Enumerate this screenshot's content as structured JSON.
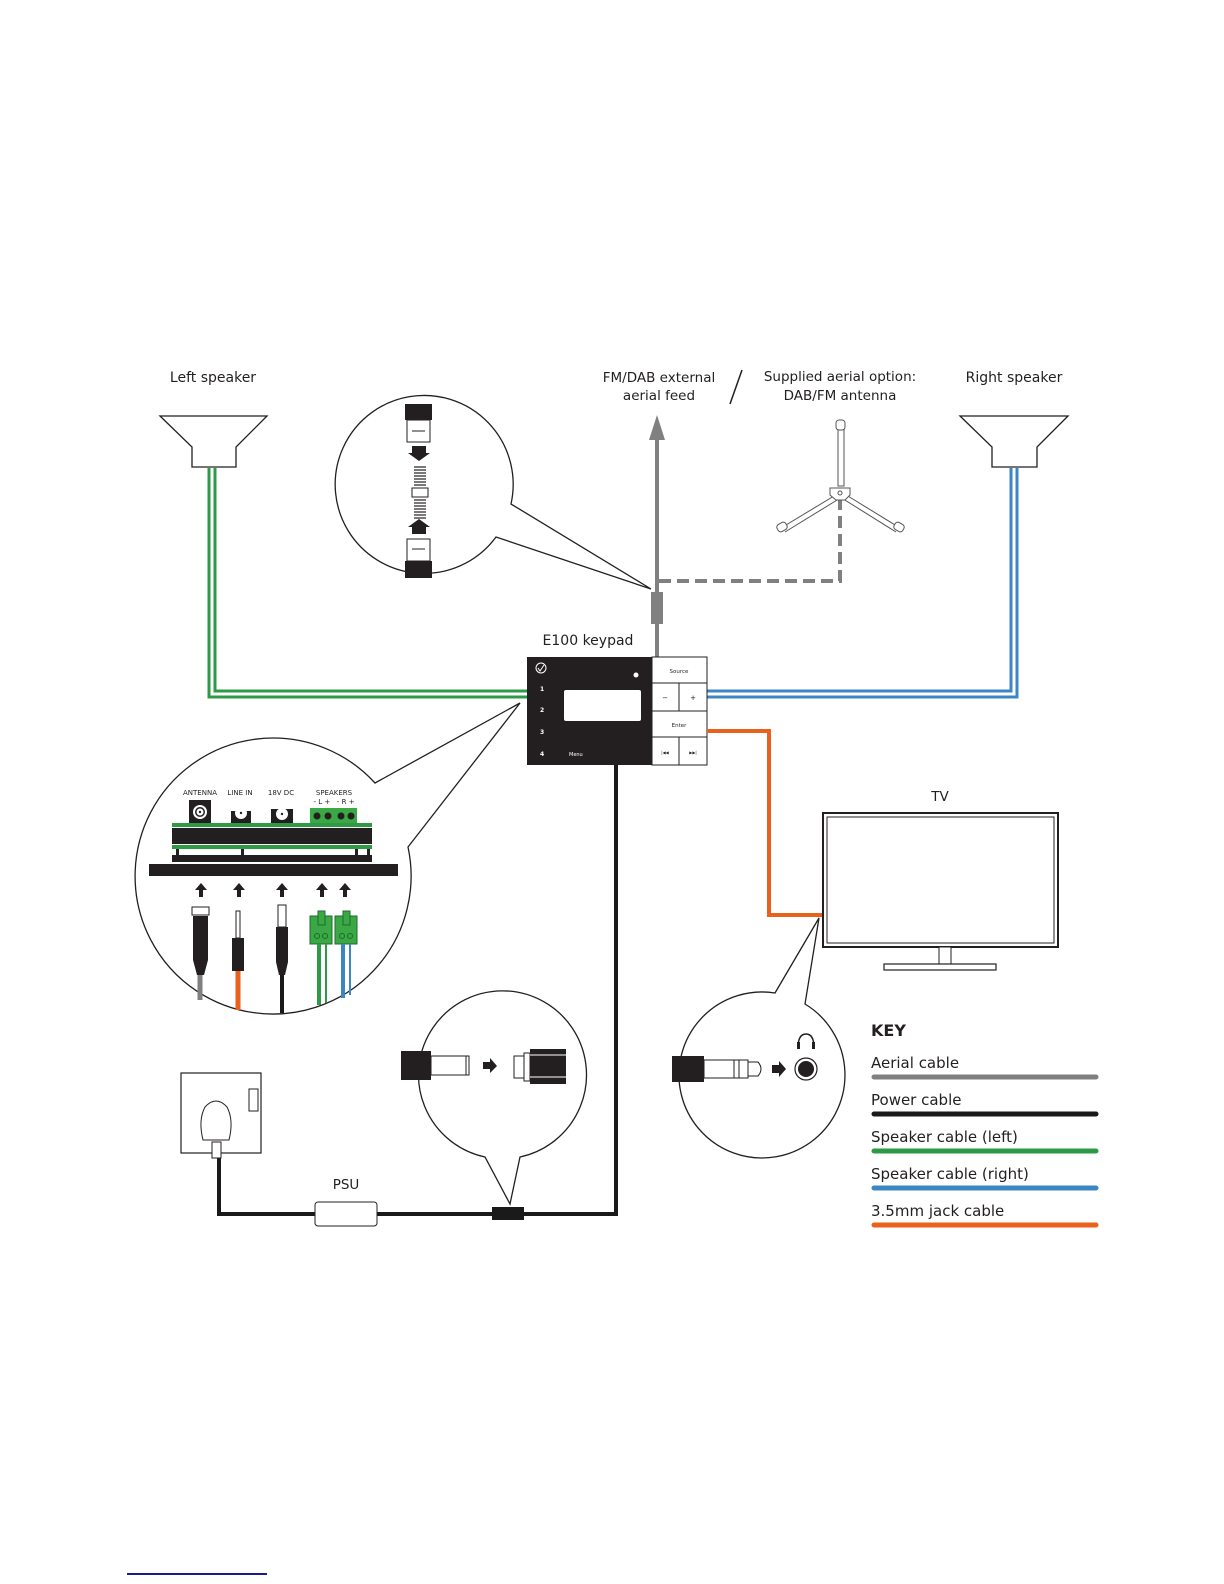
{
  "labels": {
    "left_speaker": "Left speaker",
    "right_speaker": "Right speaker",
    "aerial_feed_line1": "FM/DAB external",
    "aerial_feed_line2": "aerial feed",
    "separator": "/",
    "supplied_line1": "Supplied aerial option:",
    "supplied_line2": "DAB/FM antenna",
    "keypad": "E100 keypad",
    "tv": "TV",
    "psu": "PSU"
  },
  "keypad": {
    "numbers": [
      "1",
      "2",
      "3",
      "4"
    ],
    "menu": "Menu",
    "source": "Source",
    "minus": "−",
    "plus": "+",
    "enter": "Enter",
    "prev": "|◀◀",
    "next": "▶▶|"
  },
  "rear_panel": {
    "ports": [
      "ANTENNA",
      "LINE IN",
      "18V DC",
      "SPEAKERS"
    ],
    "speaker_polarity": "- L +   - R +"
  },
  "key": {
    "title": "KEY",
    "items": [
      {
        "label": "Aerial cable",
        "color": "#808080"
      },
      {
        "label": "Power cable",
        "color": "#1a1a1a"
      },
      {
        "label": "Speaker cable (left)",
        "color": "#2e9a45"
      },
      {
        "label": "Speaker cable (right)",
        "color": "#3d86c6"
      },
      {
        "label": "3.5mm jack cable",
        "color": "#e8611d"
      }
    ]
  },
  "colors": {
    "aerial": "#808080",
    "power": "#1a1a1a",
    "speaker_left": "#2e9a45",
    "speaker_right": "#3d86c6",
    "jack": "#e8611d",
    "connector_green": "#3aa845"
  }
}
